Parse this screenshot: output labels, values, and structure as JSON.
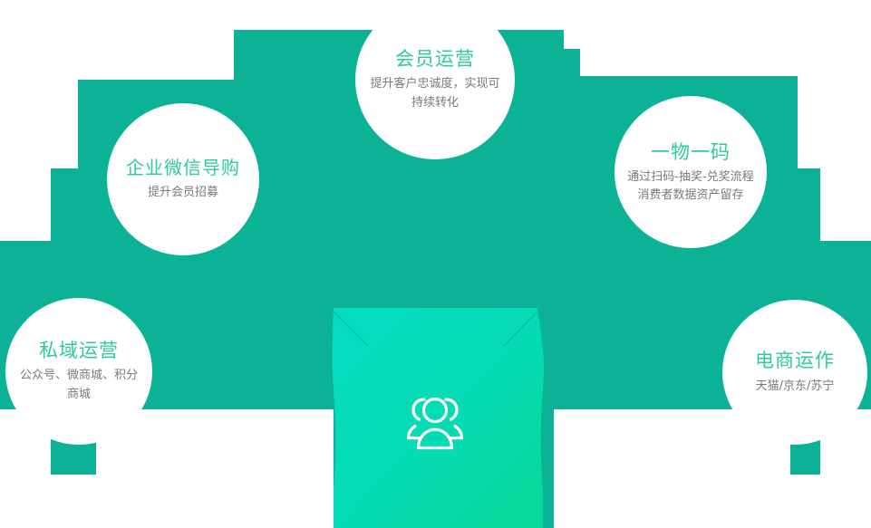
{
  "diagram": {
    "title_hidden": "",
    "palette": {
      "background": "#ffffff",
      "frame_teal": "#0cb296",
      "connector_line": "#0cb296",
      "node_fill": "#ffffff",
      "node_title": "#2ecb9b",
      "node_subtitle": "#7a7a7a",
      "center_gradient_start": "#06dcc4",
      "center_gradient_end": "#06da96",
      "center_icon_stroke": "#ffffff"
    },
    "center": {
      "icon": "users-group-icon",
      "label": ""
    },
    "nodes": [
      {
        "id": "membership",
        "title": "会员运营",
        "subtitle": "提升客户忠诚度，实现可持续转化"
      },
      {
        "id": "wecom",
        "title": "企业微信导购",
        "subtitle": "提升会员招募"
      },
      {
        "id": "onecode",
        "title": "一物一码",
        "subtitle": "通过扫码-抽奖-兑奖流程\n消费者数据资产留存"
      },
      {
        "id": "private",
        "title": "私域运营",
        "subtitle": "公众号、微商城、积分商城"
      },
      {
        "id": "ecommerce",
        "title": "电商运作",
        "subtitle": "天猫/京东/苏宁"
      }
    ]
  }
}
